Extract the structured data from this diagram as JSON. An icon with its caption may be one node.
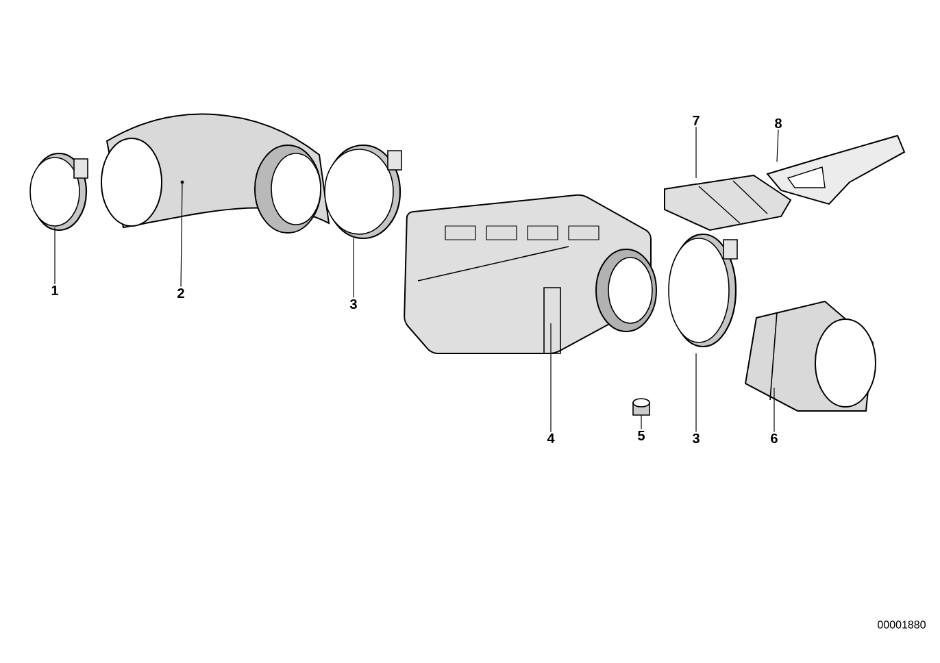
{
  "diagram": {
    "nodes": [
      {
        "text": [
          "1"
        ]
      },
      {
        "text": [
          "2"
        ]
      },
      {
        "text": [
          "3"
        ]
      },
      {
        "text": [
          "4"
        ]
      },
      {
        "text": [
          "5"
        ]
      },
      {
        "text": [
          "3"
        ]
      },
      {
        "text": [
          "6"
        ]
      },
      {
        "text": [
          "7"
        ]
      },
      {
        "text": [
          "8"
        ]
      },
      {
        "text": [],
        "shape": "picture"
      },
      {
        "text": [],
        "shape": "picture"
      },
      {
        "text": [],
        "shape": "picture"
      },
      {
        "text": [],
        "shape": "picture"
      },
      {
        "text": [],
        "shape": "picture"
      },
      {
        "text": [],
        "shape": "picture"
      },
      {
        "text": [],
        "shape": "picture"
      },
      {
        "text": [],
        "shape": "picture"
      },
      {
        "text": [],
        "shape": "picture"
      }
    ],
    "edges": [
      {
        "from": 0,
        "to": 9,
        "arrow": "none"
      },
      {
        "from": 1,
        "to": 10,
        "arrow": "none"
      },
      {
        "from": 2,
        "to": 11,
        "arrow": "none"
      },
      {
        "from": 3,
        "to": 12,
        "arrow": "none"
      },
      {
        "from": 4,
        "to": 13,
        "arrow": "none"
      },
      {
        "from": 5,
        "to": 14,
        "arrow": "none"
      },
      {
        "from": 6,
        "to": 15,
        "arrow": "none"
      },
      {
        "from": 7,
        "to": 16,
        "arrow": "none"
      },
      {
        "from": 8,
        "to": 17,
        "arrow": "none"
      }
    ],
    "labels": [
      "00001880"
    ]
  }
}
